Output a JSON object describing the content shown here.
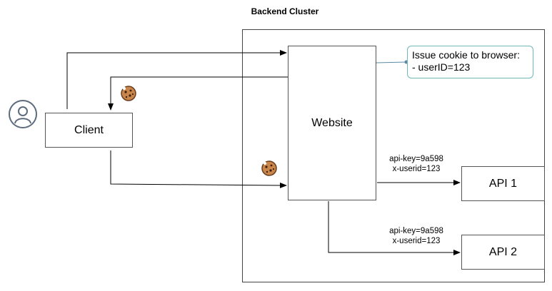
{
  "cluster": {
    "title": "Backend Cluster"
  },
  "nodes": {
    "client": "Client",
    "website": "Website",
    "api1": "API 1",
    "api2": "API 2"
  },
  "note": {
    "line1": "Issue cookie to browser:",
    "line2": "- userID=123"
  },
  "headers_api1": {
    "line1": "api-key=9a598",
    "line2": "x-userid=123"
  },
  "headers_api2": {
    "line1": "api-key=9a598",
    "line2": "x-userid=123"
  },
  "icons": [
    "user-icon",
    "cookie-icon"
  ]
}
